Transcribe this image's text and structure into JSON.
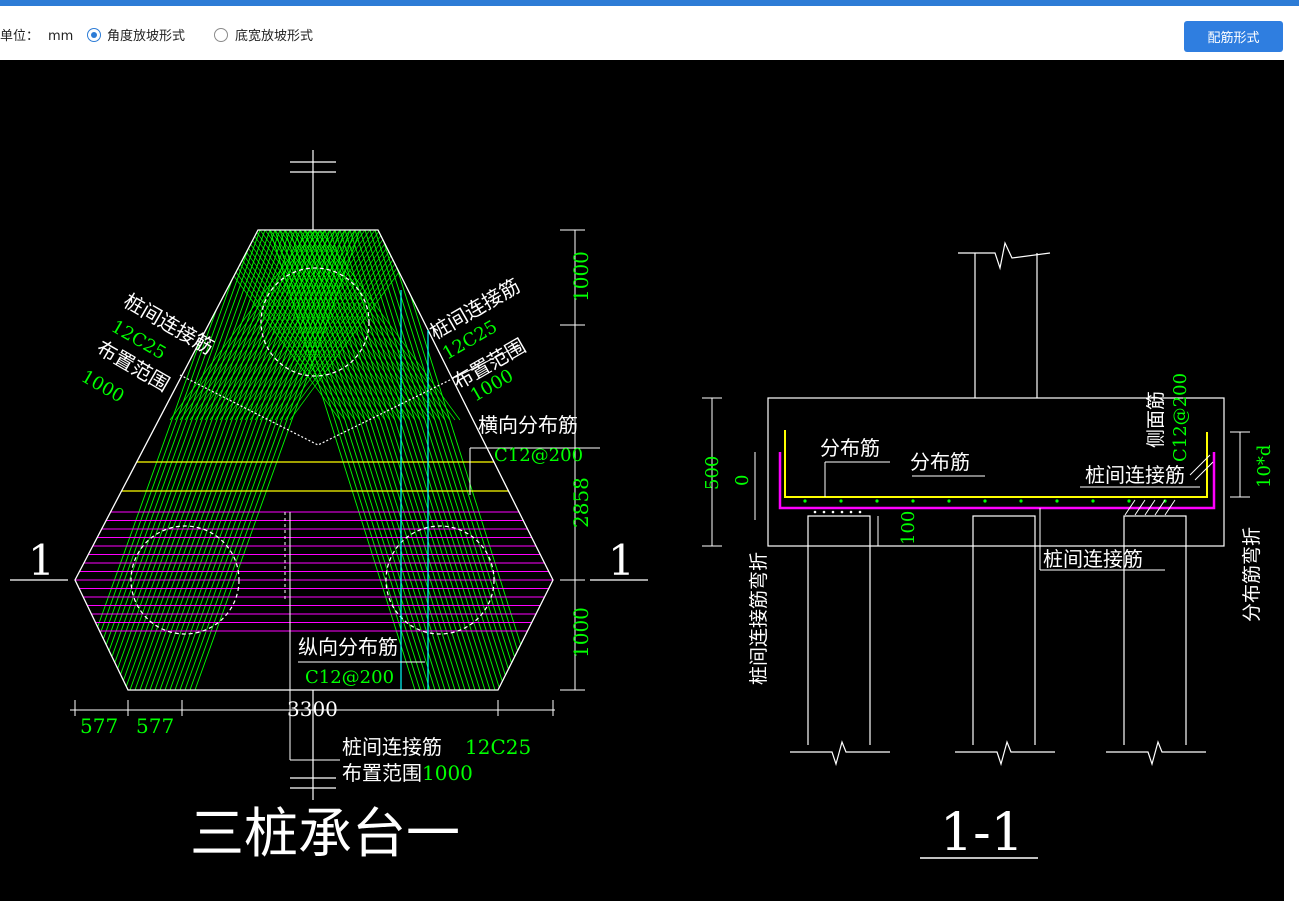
{
  "toolbar": {
    "unit_label": "单位：",
    "unit_value": "mm",
    "option_angle": "角度放坡形式",
    "option_width": "底宽放坡形式",
    "selected": "option_angle",
    "rebar_button": "配筋形式"
  },
  "drawing": {
    "plan": {
      "title": "三桩承台一",
      "section_mark_left": "1",
      "section_mark_right": "1",
      "left_rebar": {
        "name": "桩间连接筋",
        "spec": "12C25",
        "range_label": "布置范围",
        "range": "1000"
      },
      "right_rebar": {
        "name": "桩间连接筋",
        "spec": "12C25",
        "range_label": "布置范围",
        "range": "1000"
      },
      "bottom_rebar": {
        "name": "桩间连接筋",
        "spec": "12C25",
        "range_label": "布置范围",
        "range": "1000"
      },
      "transverse": {
        "name": "横向分布筋",
        "spec": "C12@200"
      },
      "longitudinal": {
        "name": "纵向分布筋",
        "spec": "C12@200"
      },
      "dims": {
        "top": "1000",
        "middle": "2858",
        "bottom": "1000",
        "left_a": "577",
        "left_b": "577",
        "width": "3300"
      }
    },
    "section": {
      "title": "1-1",
      "dist_rebar_1": "分布筋",
      "dist_rebar_2": "分布筋",
      "pile_rebar_top": "桩间连接筋",
      "pile_rebar_bottom": "桩间连接筋",
      "side_rebar_name": "侧面筋",
      "side_rebar_spec": "C12@200",
      "left_bend": "桩间连接筋弯折",
      "right_bend": "分布筋弯折",
      "dim_500": "500",
      "dim_0": "0",
      "dim_100": "100",
      "dim_10d": "10*d"
    }
  },
  "colors": {
    "accent": "#2d7cd6",
    "cad_bg": "#000000",
    "cad_white": "#ffffff",
    "cad_green": "#00ff00",
    "cad_magenta": "#ff00ff",
    "cad_yellow": "#ffff00",
    "cad_cyan": "#00ffff"
  }
}
